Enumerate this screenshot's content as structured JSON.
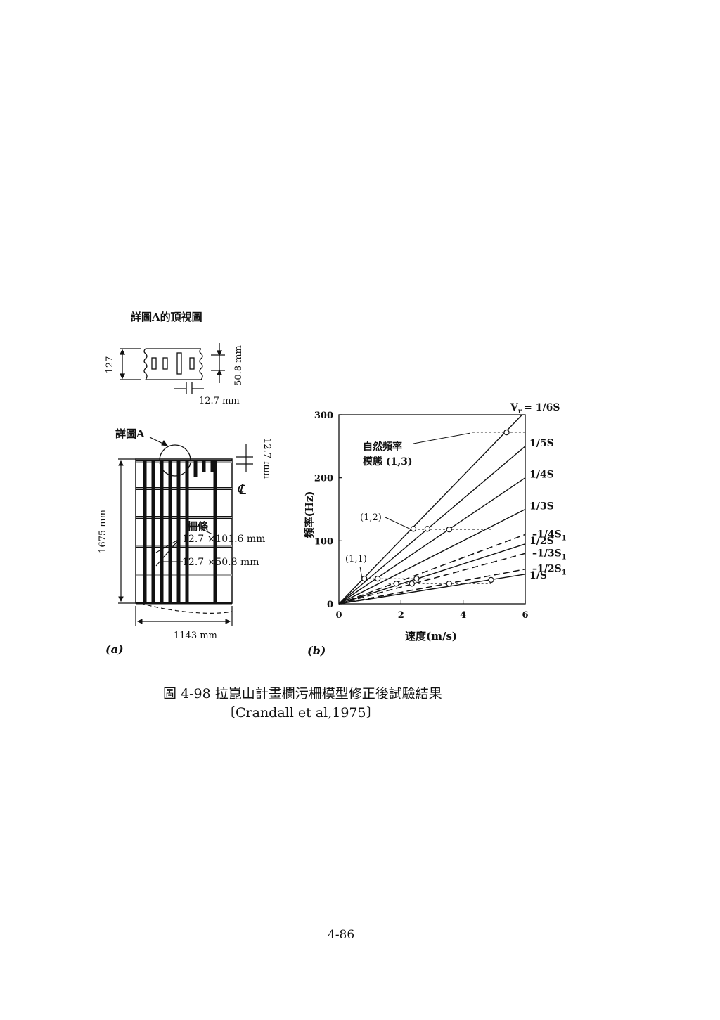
{
  "panel_a": {
    "detail_title": "詳圖A的頂視圖",
    "dim_127": "127",
    "dim_50_8": "50.8 mm",
    "dim_12_7_bottom": "12.7 mm",
    "detail_label": "詳圖A",
    "dim_12_7_right": "12.7 mm",
    "centerline": "℄",
    "bar_label": "柵條",
    "bar_size_1": "12.7 ×101.6 mm",
    "bar_size_2": "12.7 ×50.8 mm",
    "height_dim": "1675 mm",
    "width_dim": "1143 mm",
    "label": "(a)"
  },
  "panel_b": {
    "label": "(b)",
    "chart_data": {
      "type": "line",
      "xlabel": "速度(m/s)",
      "ylabel": "頻率(Hz)",
      "xlim": [
        0,
        6
      ],
      "ylim": [
        0,
        300
      ],
      "xticks": [
        "0",
        "2",
        "4",
        "6"
      ],
      "yticks": [
        "0",
        "100",
        "200",
        "300"
      ],
      "vr_prefix": "V",
      "vr_sub": "r",
      "vr_suffix": "= 1/6S",
      "series": [
        {
          "name": "1/6S",
          "style": "solid",
          "points": [
            [
              0,
              0
            ],
            [
              5.9,
              300
            ]
          ]
        },
        {
          "name": "1/5S",
          "style": "solid",
          "points": [
            [
              0,
              0
            ],
            [
              6,
              250
            ]
          ]
        },
        {
          "name": "1/4S",
          "style": "solid",
          "points": [
            [
              0,
              0
            ],
            [
              6,
              200
            ]
          ]
        },
        {
          "name": "1/3S",
          "style": "solid",
          "points": [
            [
              0,
              0
            ],
            [
              6,
              150
            ]
          ]
        },
        {
          "name": "1/2S",
          "style": "solid",
          "points": [
            [
              0,
              0
            ],
            [
              6,
              95
            ]
          ]
        },
        {
          "name": "1/S",
          "style": "solid",
          "points": [
            [
              0,
              0
            ],
            [
              6,
              47
            ]
          ]
        },
        {
          "name": "1/4S1",
          "style": "dashed",
          "points": [
            [
              0,
              0
            ],
            [
              6,
              110
            ]
          ]
        },
        {
          "name": "1/3S1",
          "style": "dashed",
          "points": [
            [
              0,
              0
            ],
            [
              6,
              80
            ]
          ]
        },
        {
          "name": "1/2S1",
          "style": "dashed",
          "points": [
            [
              0,
              0
            ],
            [
              6,
              55
            ]
          ]
        }
      ],
      "series_labels": [
        {
          "text": "1/5S",
          "series": "1/5S"
        },
        {
          "text": "1/4S",
          "series": "1/4S"
        },
        {
          "text": "1/3S",
          "series": "1/3S"
        },
        {
          "text": "1/2S",
          "series": "1/2S"
        },
        {
          "text": "1/S",
          "series": "1/S"
        },
        {
          "text": "–1/4S",
          "sub": "1",
          "series": "1/4S1"
        },
        {
          "text": "–1/3S",
          "sub": "1",
          "series": "1/3S1"
        },
        {
          "text": "–1/2S",
          "sub": "1",
          "series": "1/2S1"
        }
      ],
      "measured_points": [
        {
          "x": 5.4,
          "y": 272
        },
        {
          "x": 2.4,
          "y": 119
        },
        {
          "x": 2.85,
          "y": 119
        },
        {
          "x": 3.55,
          "y": 118
        },
        {
          "x": 0.82,
          "y": 40
        },
        {
          "x": 1.25,
          "y": 40
        },
        {
          "x": 1.85,
          "y": 32
        },
        {
          "x": 2.35,
          "y": 32
        },
        {
          "x": 2.5,
          "y": 40
        },
        {
          "x": 3.55,
          "y": 32
        },
        {
          "x": 4.9,
          "y": 38
        }
      ],
      "reference_lines": [
        {
          "y": 272,
          "x0": 4.3,
          "x1": 6
        },
        {
          "y": 118,
          "x0": 2.4,
          "x1": 5
        },
        {
          "y": 40,
          "x0": 0.82,
          "x1": 3
        },
        {
          "y": 32,
          "x0": 1.6,
          "x1": 4.9
        }
      ],
      "annotations": [
        {
          "text": "自然頻率",
          "target": [
            4.3,
            272
          ]
        },
        {
          "text": "模態 (1,3)"
        },
        {
          "text": "(1,2)",
          "target": [
            2.4,
            119
          ]
        },
        {
          "text": "(1,1)",
          "target": [
            0.82,
            40
          ]
        }
      ]
    }
  },
  "caption": {
    "line1": "圖 4-98 拉崑山計畫欄污柵模型修正後試驗結果",
    "line2": "〔Crandall et al,1975〕"
  },
  "page_number": "4-86"
}
